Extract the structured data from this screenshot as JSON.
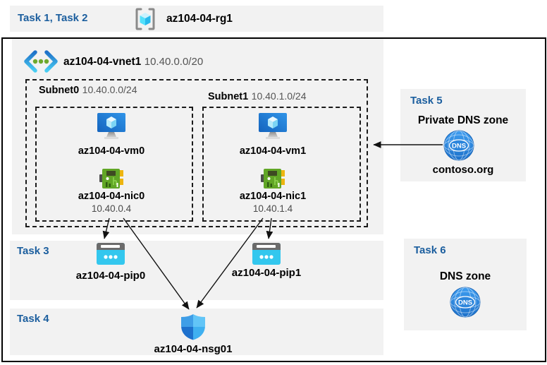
{
  "banner": {
    "tasks": "Task 1, Task 2",
    "resource_group": "az104-04-rg1"
  },
  "vnet": {
    "name": "az104-04-vnet1",
    "cidr": "10.40.0.0/20"
  },
  "subnets": [
    {
      "name": "Subnet0",
      "cidr": "10.40.0.0/24",
      "vm": "az104-04-vm0",
      "nic": "az104-04-nic0",
      "nic_ip": "10.40.0.4"
    },
    {
      "name": "Subnet1",
      "cidr": "10.40.1.0/24",
      "vm": "az104-04-vm1",
      "nic": "az104-04-nic1",
      "nic_ip": "10.40.1.4"
    }
  ],
  "task3": {
    "label": "Task 3",
    "pips": [
      "az104-04-pip0",
      "az104-04-pip1"
    ]
  },
  "task4": {
    "label": "Task 4",
    "nsg": "az104-04-nsg01"
  },
  "task5": {
    "label": "Task 5",
    "title": "Private DNS zone",
    "dns_label": "DNS",
    "zone": "contoso.org"
  },
  "task6": {
    "label": "Task 6",
    "title": "DNS zone",
    "dns_label": "DNS"
  },
  "colors": {
    "task_label": "#1b5e9e",
    "band_bg": "#f2f2f2",
    "line": "#111111"
  }
}
